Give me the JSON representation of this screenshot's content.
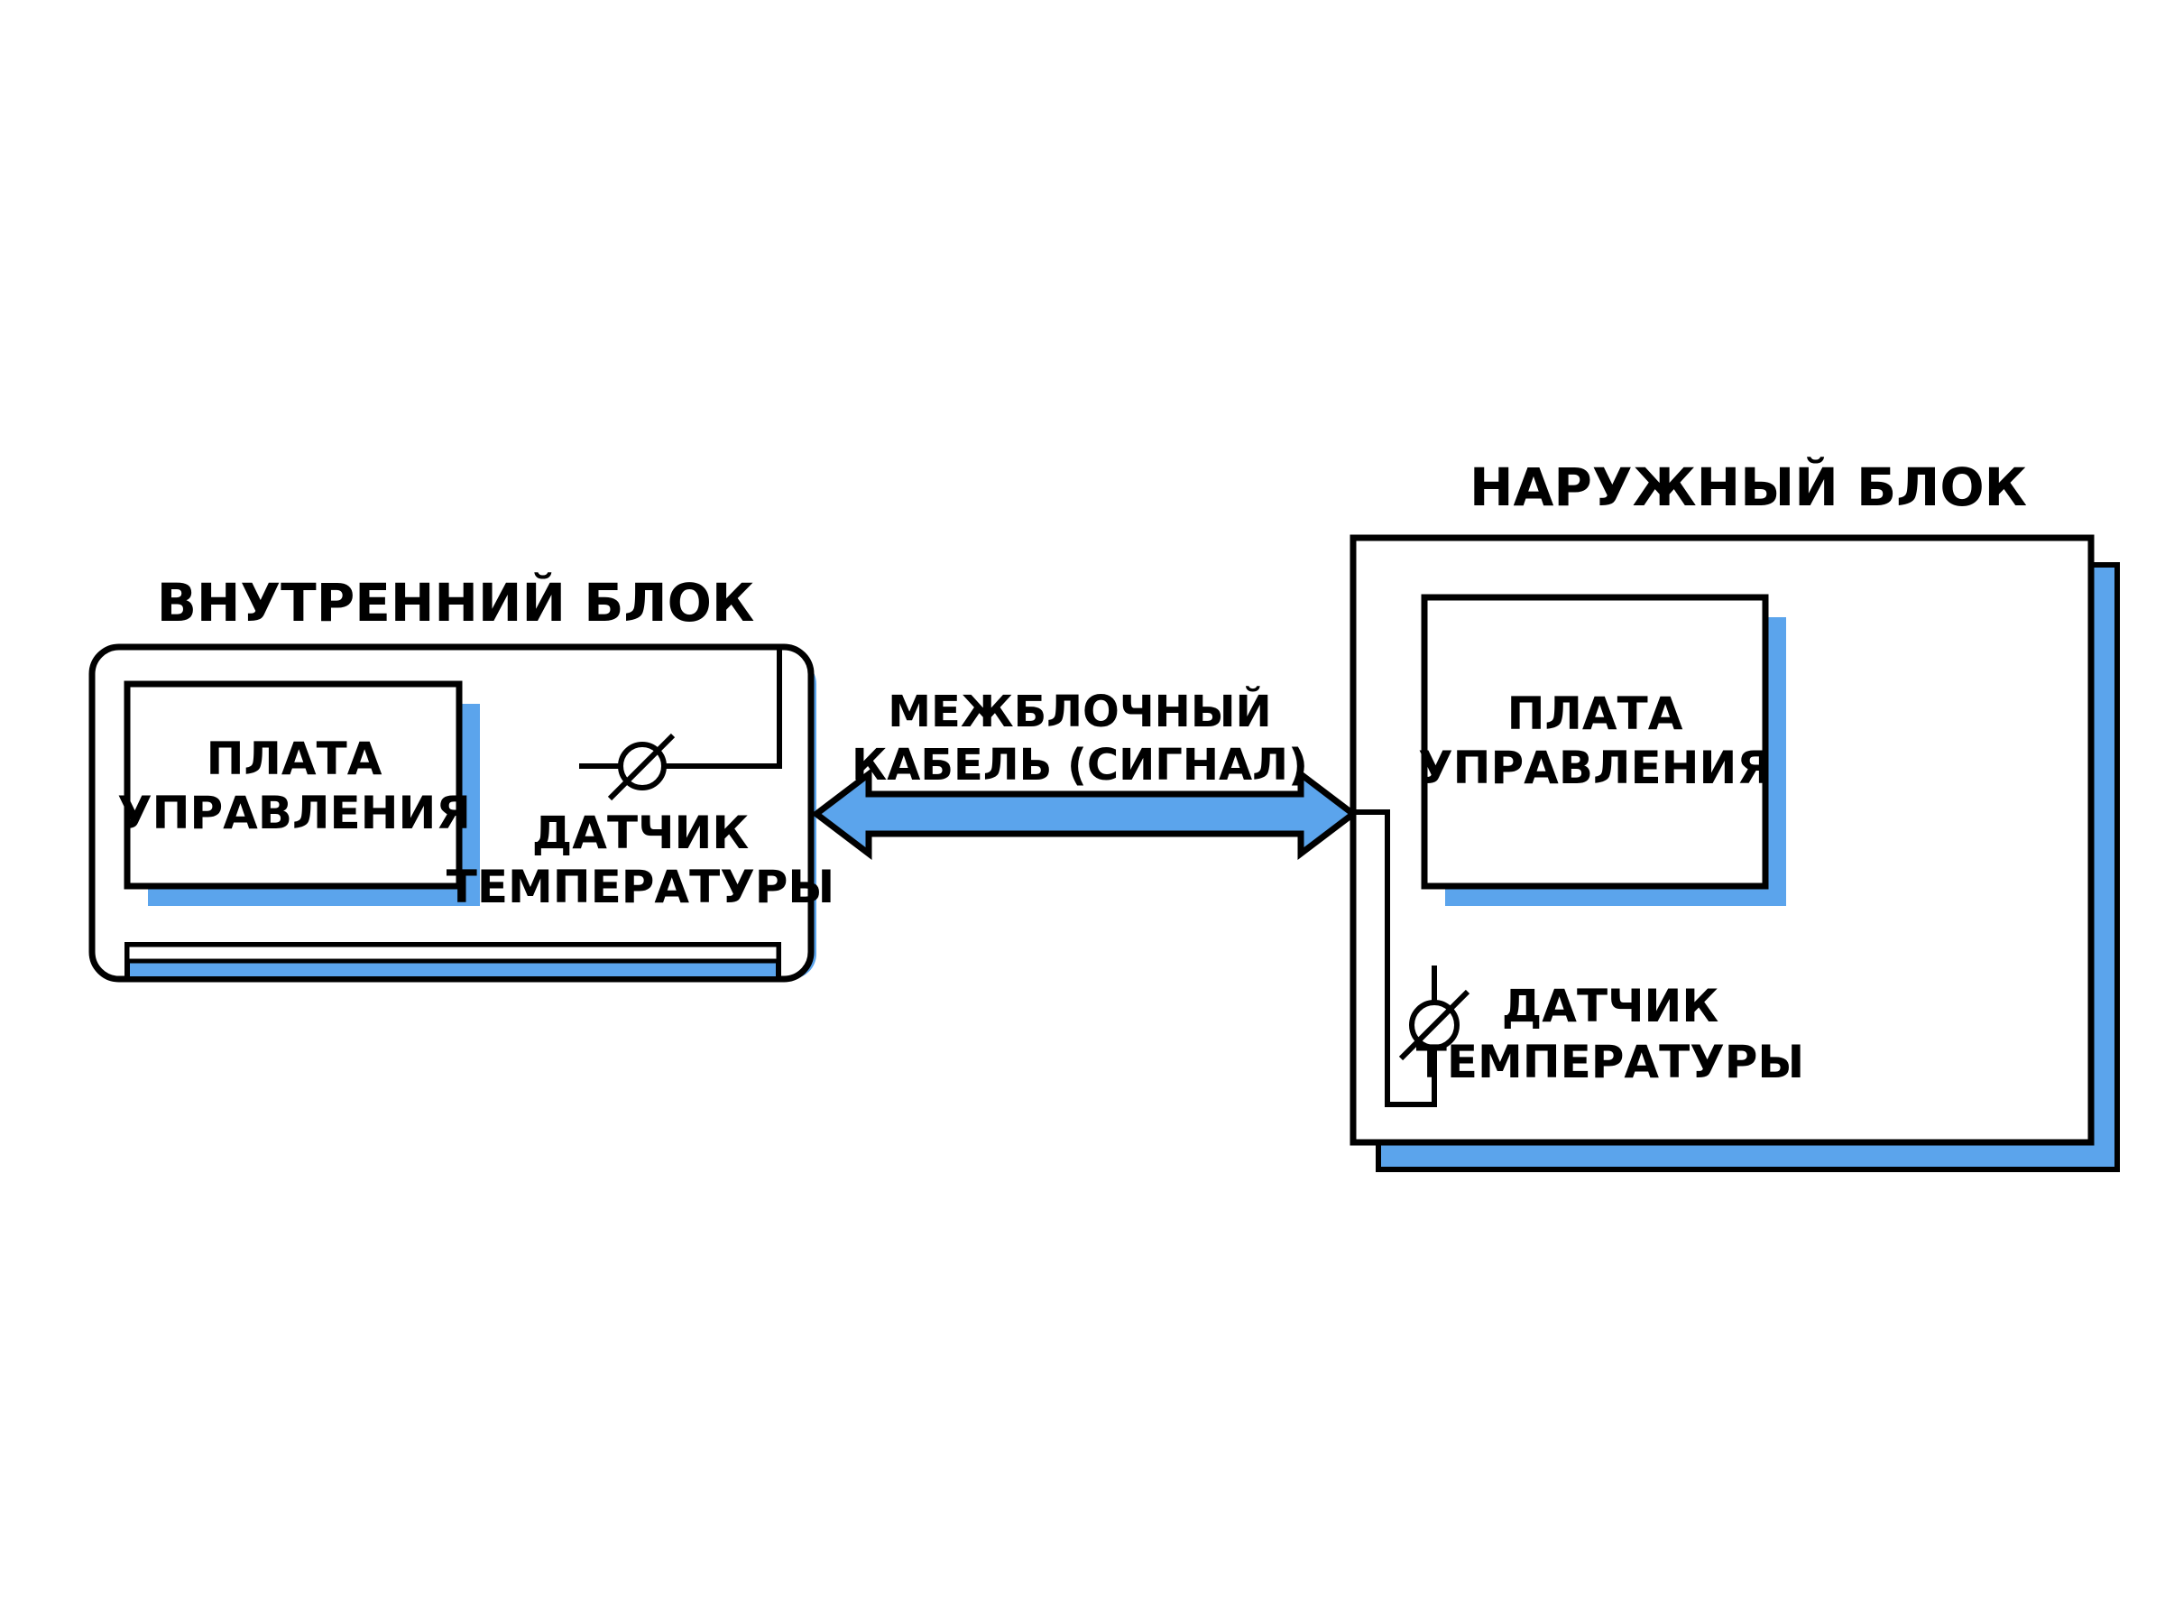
{
  "colors": {
    "accent": "#5BA4EC",
    "stroke": "#000000",
    "background": "#FFFFFF"
  },
  "indoor_unit": {
    "title": "ВНУТРЕННИЙ БЛОК",
    "board": {
      "line1": "ПЛАТА",
      "line2": "УПРАВЛЕНИЯ"
    },
    "sensor": {
      "line1": "ДАТЧИК",
      "line2": "ТЕМПЕРАТУРЫ"
    }
  },
  "outdoor_unit": {
    "title": "НАРУЖНЫЙ БЛОК",
    "board": {
      "line1": "ПЛАТА",
      "line2": "УПРАВЛЕНИЯ"
    },
    "sensor": {
      "line1": "ДАТЧИК",
      "line2": "ТЕМПЕРАТУРЫ"
    }
  },
  "cable": {
    "line1": "МЕЖБЛОЧНЫЙ",
    "line2": "КАБЕЛЬ (СИГНАЛ)"
  }
}
